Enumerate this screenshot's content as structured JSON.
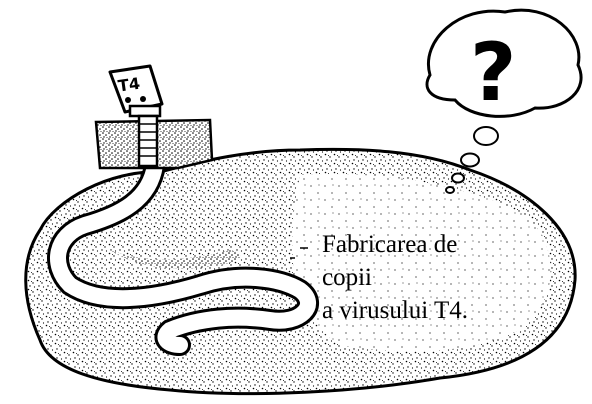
{
  "virus": {
    "label": "T4"
  },
  "thought_bubble": {
    "symbol": "?"
  },
  "caption": {
    "line1": "Fabricarea de",
    "line2": "copii",
    "line3": "a virusului T4."
  },
  "colors": {
    "ink": "#000000",
    "paper": "#ffffff"
  }
}
